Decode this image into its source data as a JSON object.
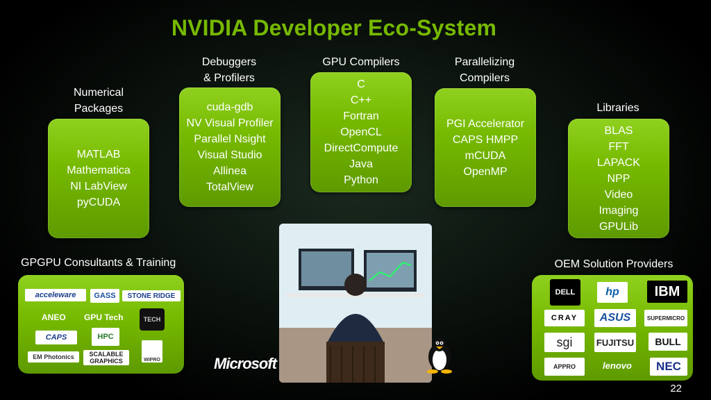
{
  "title": "NVIDIA Developer Eco-System",
  "page_number": "22",
  "sections": {
    "numerical": {
      "label": "Numerical\nPackages",
      "items": [
        "MATLAB",
        "Mathematica",
        "NI LabView",
        "pyCUDA"
      ]
    },
    "debuggers": {
      "label": "Debuggers\n& Profilers",
      "items": [
        "cuda-gdb",
        "NV Visual Profiler",
        "Parallel Nsight",
        "Visual Studio",
        "Allinea",
        "TotalView"
      ]
    },
    "compilers": {
      "label": "GPU Compilers",
      "items": [
        "C",
        "C++",
        "Fortran",
        "OpenCL",
        "DirectCompute",
        "Java",
        "Python"
      ]
    },
    "parallelizing": {
      "label": "Parallelizing\nCompilers",
      "items": [
        "PGI Accelerator",
        "CAPS HMPP",
        "mCUDA",
        "OpenMP"
      ]
    },
    "libraries": {
      "label": "Libraries",
      "items": [
        "BLAS",
        "FFT",
        "LAPACK",
        "NPP",
        "Video",
        "Imaging",
        "GPULib"
      ]
    },
    "consultants": {
      "label": "GPGPU Consultants & Training",
      "logos": [
        "acceleware",
        "GASS",
        "STONE RIDGE",
        "ANEO",
        "GPU Tech",
        "TECH",
        "CAPS",
        "HPC",
        "EM Photonics",
        "SCALABLE GRAPHICS",
        "WIPRO"
      ]
    },
    "oem": {
      "label": "OEM Solution Providers",
      "logos": [
        "DELL",
        "hp",
        "IBM",
        "CRAY",
        "ASUS",
        "SUPERMICRO",
        "sgi",
        "FUJITSU",
        "BULL",
        "APPRO",
        "lenovo",
        "NEC"
      ]
    }
  },
  "bottom_logos": {
    "microsoft": "Microsoft"
  },
  "colors": {
    "accent": "#76b900",
    "background": "#000000"
  }
}
